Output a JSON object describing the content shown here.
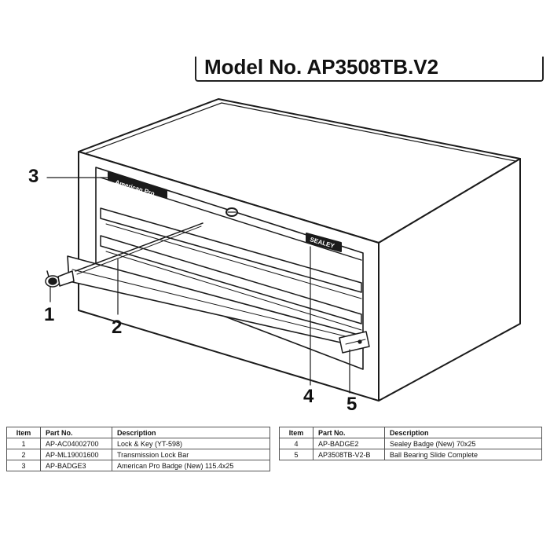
{
  "model": {
    "title": "Model No. AP3508TB.V2"
  },
  "callouts": [
    "3",
    "1",
    "2",
    "4",
    "5"
  ],
  "badges": {
    "american_pro": "American Pro",
    "sealey": "SEALEY"
  },
  "table_headers": {
    "item": "Item",
    "part_no": "Part No.",
    "description": "Description"
  },
  "parts_left": [
    {
      "item": "1",
      "part_no": "AP-AC04002700",
      "description": "Lock & Key (YT-598)"
    },
    {
      "item": "2",
      "part_no": "AP-ML19001600",
      "description": "Transmission Lock Bar"
    },
    {
      "item": "3",
      "part_no": "AP-BADGE3",
      "description": "American Pro Badge (New) 115.4x25"
    }
  ],
  "parts_right": [
    {
      "item": "4",
      "part_no": "AP-BADGE2",
      "description": "Sealey Badge (New) 70x25"
    },
    {
      "item": "5",
      "part_no": "AP3508TB-V2-B",
      "description": "Ball Bearing Slide Complete"
    }
  ]
}
